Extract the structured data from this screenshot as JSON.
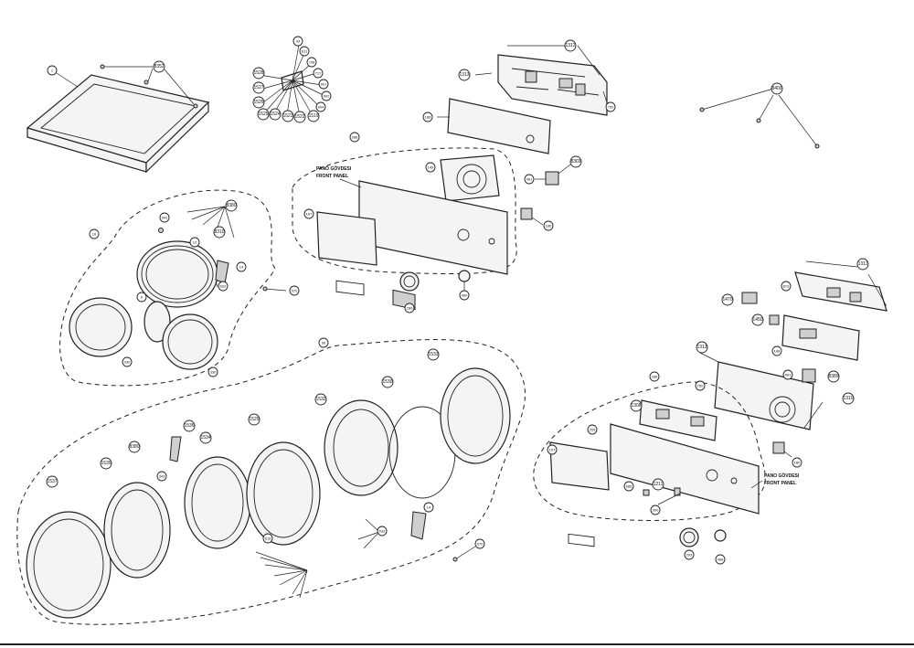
{
  "diagram": {
    "labels": {
      "c1": "1",
      "c8352": "8352",
      "c43": "43",
      "c611": "611",
      "c708": "708",
      "c717": "717",
      "c1528": "1528",
      "c1527": "1527",
      "c901": "901",
      "c1526": "1526",
      "c902": "902",
      "c1525": "1525",
      "c1524": "1524",
      "c1523": "1523",
      "c1522": "1522",
      "c1519": "1519",
      "c904": "904",
      "c1312a": "1312",
      "c1313a": "1313",
      "c750": "750",
      "c186a": "186",
      "c288": "288",
      "c149": "149",
      "c8369a": "8369",
      "c461a": "461",
      "c180a": "180",
      "c197a": "197",
      "c280": "280",
      "c460a": "460",
      "c10": "10",
      "c8380a": "8380",
      "c941": "941",
      "c12": "12",
      "c8310": "8310",
      "c14a": "14",
      "c632a": "632",
      "c570": "570",
      "c9": "9",
      "c330a": "330",
      "c330b": "330",
      "c8400": "8400",
      "c1311": "1311",
      "c873": "873",
      "c1470": "1470",
      "c1450": "1450",
      "c188": "188",
      "c1313b": "1313",
      "c461b": "461",
      "c8389": "8389",
      "c288b": "288",
      "c750b": "750",
      "c1310": "1310",
      "c1308": "1308",
      "c209": "209",
      "c180b": "180",
      "c197b": "197",
      "c685": "685",
      "c1211": "1211",
      "c300": "300",
      "c203": "203",
      "c468": "468",
      "c90": "90",
      "c1533": "1533",
      "c1530": "1530",
      "c1532": "1532",
      "c1529": "1529",
      "c1536": "1536",
      "c8380b": "8380",
      "c1534": "1534",
      "c1535": "1535",
      "c343": "343",
      "c1537": "1537",
      "c618": "618",
      "c632b": "632",
      "c14b": "14",
      "c570b": "570"
    },
    "panel_labels": {
      "top_line1": "PANO GÖVDESI",
      "top_line2": "FRONT PANEL",
      "bottom_line1": "PANO GÖVDESI",
      "bottom_line2": "FRONT PANEL"
    }
  }
}
